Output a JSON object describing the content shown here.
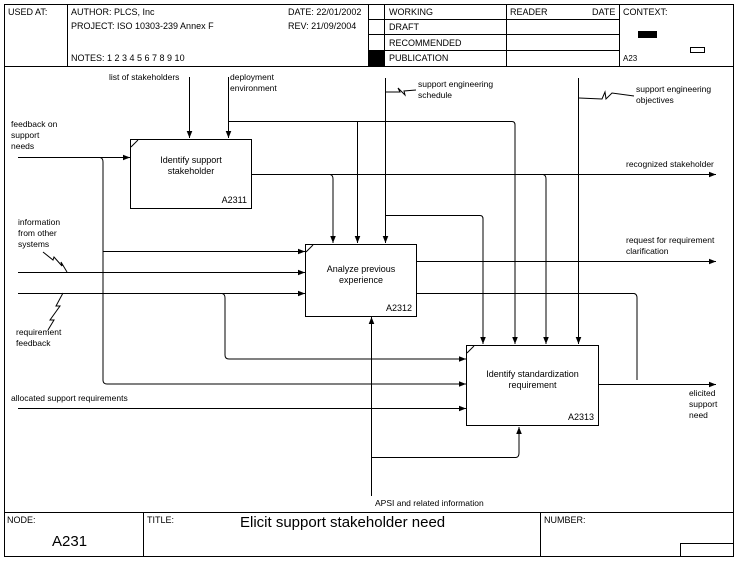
{
  "header": {
    "used_at_label": "USED AT:",
    "author": "AUTHOR:  PLCS, Inc",
    "project": "PROJECT:  ISO 10303-239 Annex F",
    "date": "DATE: 22/01/2002",
    "rev": "REV:   21/09/2004",
    "notes": "NOTES:  1  2  3  4  5  6  7  8  9  10",
    "status": {
      "items": [
        "WORKING",
        "DRAFT",
        "RECOMMENDED",
        "PUBLICATION"
      ],
      "selected": "PUBLICATION"
    },
    "reader_label": "READER",
    "date_label": "DATE",
    "context_label": "CONTEXT:",
    "context_node": "A23"
  },
  "activities": [
    {
      "name": "Identify support\nstakeholder",
      "number": "A2311"
    },
    {
      "name": "Analyze previous\nexperience",
      "number": "A2312"
    },
    {
      "name": "Identify standardization\nrequirement",
      "number": "A2313"
    }
  ],
  "arrows": {
    "list_of_stakeholders": "list of stakeholders",
    "deployment_environment": "deployment\nenvironment",
    "support_engineering_schedule": "support engineering\nschedule",
    "support_engineering_objectives": "support engineering\nobjectives",
    "feedback_on_support_needs": "feedback on\nsupport\nneeds",
    "information_from_other_systems": "information\nfrom other\nsystems",
    "requirement_feedback": "requirement\nfeedback",
    "allocated_support_requirements": "allocated support requirements",
    "recognized_stakeholder": "recognized stakeholder",
    "request_for_requirement_clarification": "request for requirement\nclarification",
    "elicited_support_need": "elicited\nsupport\nneed",
    "apsi": "APSI and related information"
  },
  "footer": {
    "node_label": "NODE:",
    "node_value": "A231",
    "title_label": "TITLE:",
    "title_value": "Elicit support stakeholder need",
    "number_label": "NUMBER:"
  }
}
